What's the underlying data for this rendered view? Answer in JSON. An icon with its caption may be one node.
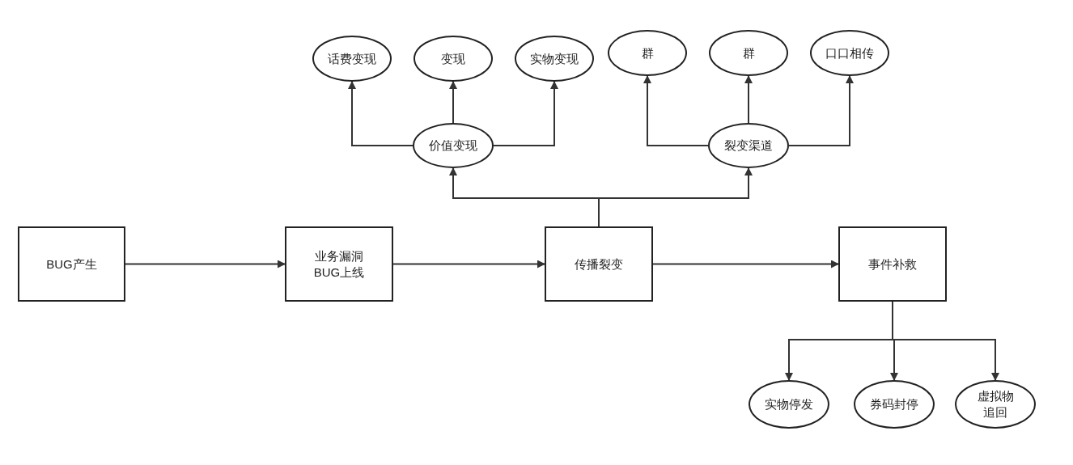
{
  "diagram": {
    "nodes": [
      {
        "text": [
          "BUG产生"
        ]
      },
      {
        "text": [
          "业务漏洞",
          "BUG上线"
        ]
      },
      {
        "text": [
          "传播裂变"
        ]
      },
      {
        "text": [
          "事件补救"
        ]
      },
      {
        "text": [
          "价值变现"
        ]
      },
      {
        "text": [
          "裂变渠道"
        ]
      },
      {
        "text": [
          "话费变现"
        ]
      },
      {
        "text": [
          "变现"
        ]
      },
      {
        "text": [
          "实物变现"
        ]
      },
      {
        "text": [
          "群"
        ]
      },
      {
        "text": [
          "群"
        ]
      },
      {
        "text": [
          "口口相传"
        ]
      },
      {
        "text": [
          "实物停发"
        ]
      },
      {
        "text": [
          "券码封停"
        ]
      },
      {
        "text": [
          "虚拟物追回"
        ]
      }
    ],
    "edges": [
      {
        "from": 0,
        "to": 1,
        "arrow": "to"
      },
      {
        "from": 1,
        "to": 2,
        "arrow": "to"
      },
      {
        "from": 2,
        "to": 3,
        "arrow": "to"
      },
      {
        "from": 2,
        "to": 4,
        "arrow": "to"
      },
      {
        "from": 2,
        "to": 5,
        "arrow": "to"
      },
      {
        "from": 4,
        "to": 6,
        "arrow": "to"
      },
      {
        "from": 4,
        "to": 7,
        "arrow": "to"
      },
      {
        "from": 4,
        "to": 8,
        "arrow": "to"
      },
      {
        "from": 5,
        "to": 9,
        "arrow": "to"
      },
      {
        "from": 5,
        "to": 10,
        "arrow": "to"
      },
      {
        "from": 5,
        "to": 11,
        "arrow": "to"
      },
      {
        "from": 3,
        "to": 12,
        "arrow": "to"
      },
      {
        "from": 3,
        "to": 13,
        "arrow": "to"
      },
      {
        "from": 3,
        "to": 14,
        "arrow": "to"
      }
    ]
  }
}
